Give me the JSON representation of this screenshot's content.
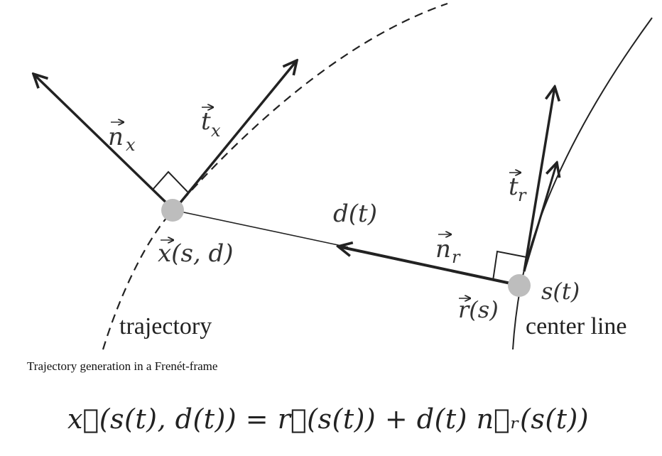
{
  "labels": {
    "n_x": "n",
    "n_x_sub": "x",
    "t_x": "t",
    "t_x_sub": "x",
    "t_r": "t",
    "t_r_sub": "r",
    "n_r": "n",
    "n_r_sub": "r",
    "d_t": "d(t)",
    "x_sd": "x(s, d)",
    "r_s": "r(s)",
    "s_t": "s(t)",
    "trajectory": "trajectory",
    "center_line": "center line"
  },
  "caption": "Trajectory generation in a Frenét-frame",
  "formula": "x(s(t), d(t)) = r(s(t)) + d(t) n_r(s(t))",
  "formula_display": "x⃗(s(t), d(t)) = r⃗(s(t)) + d(t) n⃗ᵣ(s(t))",
  "colors": {
    "ink": "#222222",
    "point": "#bdbdbd"
  }
}
